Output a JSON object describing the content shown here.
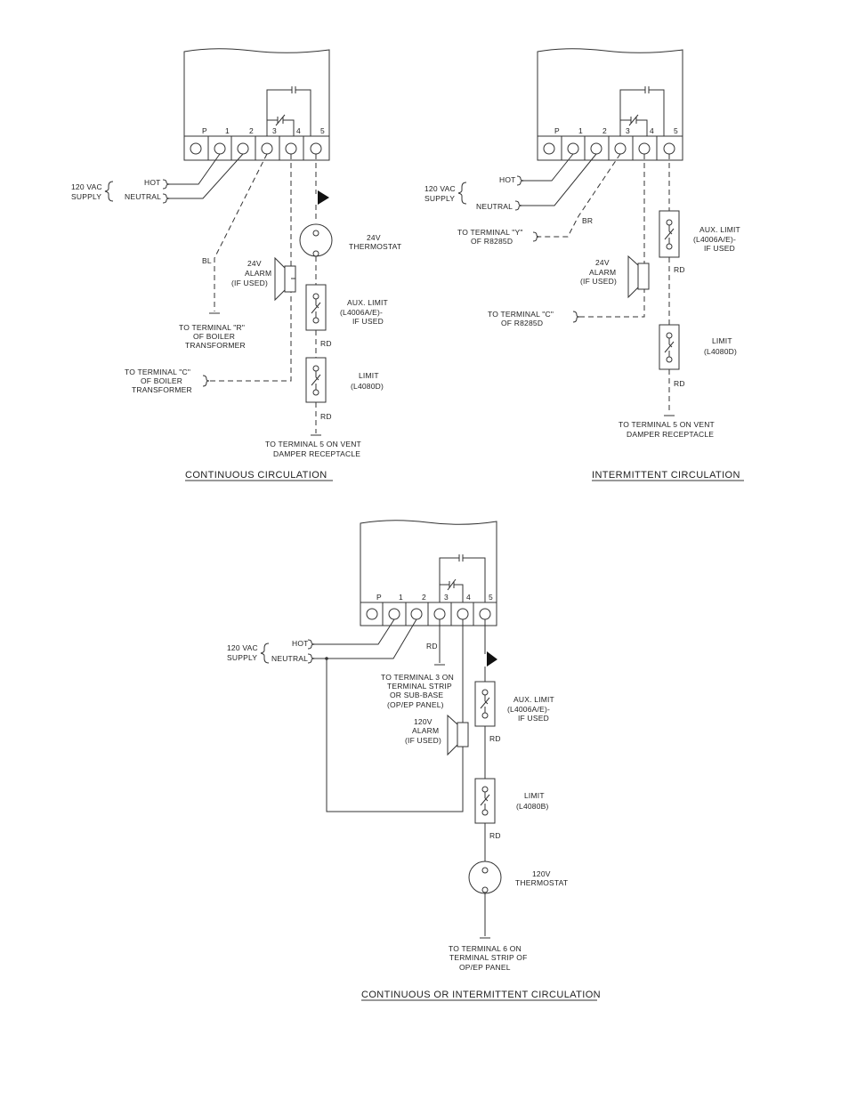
{
  "terminals": [
    "P",
    "1",
    "2",
    "3",
    "4",
    "5"
  ],
  "common": {
    "supply": "120 VAC",
    "supply2": "SUPPLY",
    "hot": "HOT",
    "neutral": "NEUTRAL",
    "aux_limit": "AUX. LIMIT",
    "aux_limit_model": "(L4006A/E)-",
    "if_used": "IF USED",
    "limit": "LIMIT",
    "rd": "RD",
    "alarm": "ALARM",
    "if_used_paren": "(IF USED)",
    "thermostat": "THERMOSTAT"
  },
  "diagram1": {
    "title": "CONTINUOUS  CIRCULATION",
    "bl": "BL",
    "alarm_v": "24V",
    "thermo_v": "24V",
    "limit_model": "(L4080D)",
    "to_r_1": "TO TERMINAL \"R\"",
    "to_r_2": "OF BOILER",
    "to_r_3": "TRANSFORMER",
    "to_c_1": "TO TERMINAL \"C\"",
    "to_c_2": "OF BOILER",
    "to_c_3": "TRANSFORMER",
    "to_vent_1": "TO TERMINAL  5  ON  VENT",
    "to_vent_2": "DAMPER  RECEPTACLE"
  },
  "diagram2": {
    "title": "INTERMITTENT  CIRCULATION",
    "br": "BR",
    "alarm_v": "24V",
    "limit_model": "(L4080D)",
    "to_y_1": "TO  TERMINAL  \"Y\"",
    "to_y_2": "OF  R8285D",
    "to_c_1": "TO  TERMINAL  \"C\"",
    "to_c_2": "OF  R8285D",
    "to_vent_1": "TO  TERMINAL  5  ON  VENT",
    "to_vent_2": "DAMPER  RECEPTACLE"
  },
  "diagram3": {
    "title": "CONTINUOUS  OR  INTERMITTENT  CIRCULATION",
    "alarm_v": "120V",
    "thermo_v": "120V",
    "limit_model": "(L4080B)",
    "to_t3_1": "TO  TERMINAL  3  ON",
    "to_t3_2": "TERMINAL  STRIP",
    "to_t3_3": "OR  SUB-BASE",
    "to_t3_4": "(OP/EP  PANEL)",
    "to_t6_1": "TO  TERMINAL  6  ON",
    "to_t6_2": "TERMINAL  STRIP  OF",
    "to_t6_3": "OP/EP  PANEL"
  }
}
